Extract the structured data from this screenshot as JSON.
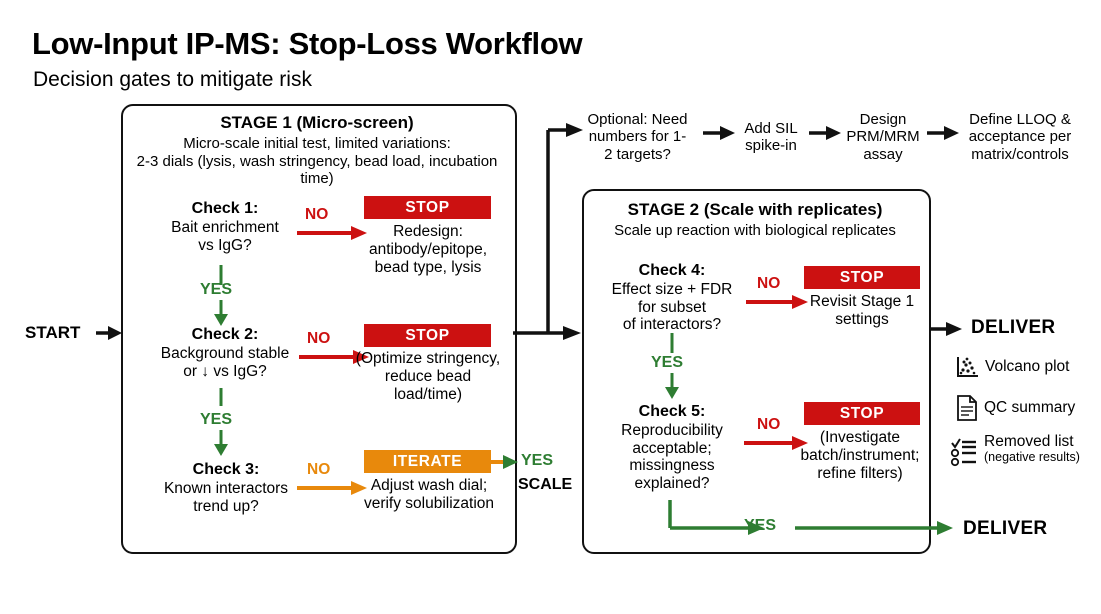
{
  "header": {
    "title": "Low-Input IP-MS: Stop-Loss Workflow",
    "subtitle": "Decision gates to mitigate risk"
  },
  "start_label": "START",
  "stage1": {
    "heading_bold": "STAGE 1",
    "heading_rest": " (Micro-screen)",
    "sub_line1": "Micro-scale initial test, limited variations:",
    "sub_line2": "2-3 dials (lysis, wash stringency, bead load, incubation time)",
    "checks": [
      {
        "name": "Check 1:",
        "question_l1": "Bait enrichment",
        "question_l2": "vs IgG?",
        "no_label": "NO",
        "yes_label": "YES",
        "action_badge": "STOP",
        "action_l1": "Redesign:",
        "action_l2": "antibody/epitope,",
        "action_l3": "bead type, lysis"
      },
      {
        "name": "Check 2:",
        "question_l1": "Background stable",
        "question_l2": "or ↓ vs IgG?",
        "no_label": "NO",
        "yes_label": "YES",
        "action_badge": "STOP",
        "action_l1": "(Optimize stringency,",
        "action_l2": "reduce bead",
        "action_l3": "load/time)"
      },
      {
        "name": "Check 3:",
        "question_l1": "Known interactors",
        "question_l2": "trend up?",
        "no_label": "NO",
        "yes_label": "",
        "action_badge": "ITERATE",
        "action_l1": "Adjust wash dial;",
        "action_l2": "verify solubilization",
        "action_l3": ""
      }
    ],
    "exit_yes": "YES",
    "exit_scale": "SCALE"
  },
  "optional_chain": {
    "steps": [
      {
        "l1": "Optional: Need",
        "l2": "numbers for 1-",
        "l3": "2 targets?"
      },
      {
        "l1": "Add SIL",
        "l2": "spike-in",
        "l3": ""
      },
      {
        "l1": "Design",
        "l2": "PRM/MRM",
        "l3": "assay"
      },
      {
        "l1": "Define LLOQ &",
        "l2": "acceptance per",
        "l3": "matrix/controls"
      }
    ]
  },
  "stage2": {
    "heading_bold": "STAGE 2",
    "heading_rest": " (Scale with replicates)",
    "sub_line1": "Scale up reaction with biological replicates",
    "checks": [
      {
        "name": "Check 4:",
        "question_l1": "Effect size + FDR",
        "question_l2": "for subset",
        "question_l3": "of interactors?",
        "question_l4": "",
        "no_label": "NO",
        "yes_label": "YES",
        "action_badge": "STOP",
        "action_l1": "Revisit Stage 1",
        "action_l2": "settings",
        "action_l3": ""
      },
      {
        "name": "Check 5:",
        "question_l1": "Reproducibility",
        "question_l2": "acceptable;",
        "question_l3": "missingness",
        "question_l4": "explained?",
        "no_label": "NO",
        "yes_label": "YES",
        "action_badge": "STOP",
        "action_l1": "(Investigate",
        "action_l2": "batch/instrument;",
        "action_l3": "refine filters)"
      }
    ]
  },
  "deliver": {
    "label_top": "DELIVER",
    "label_bottom": "DELIVER",
    "items": [
      {
        "icon": "volcano-plot-icon",
        "text": "Volcano plot",
        "sub": ""
      },
      {
        "icon": "qc-document-icon",
        "text": "QC summary",
        "sub": ""
      },
      {
        "icon": "checklist-icon",
        "text": "Removed list",
        "sub": "(negative results)"
      }
    ]
  },
  "colors": {
    "stop_red": "#CC1111",
    "iterate_orange": "#E8890C",
    "yes_green": "#2E7D32",
    "outline": "#111111"
  }
}
